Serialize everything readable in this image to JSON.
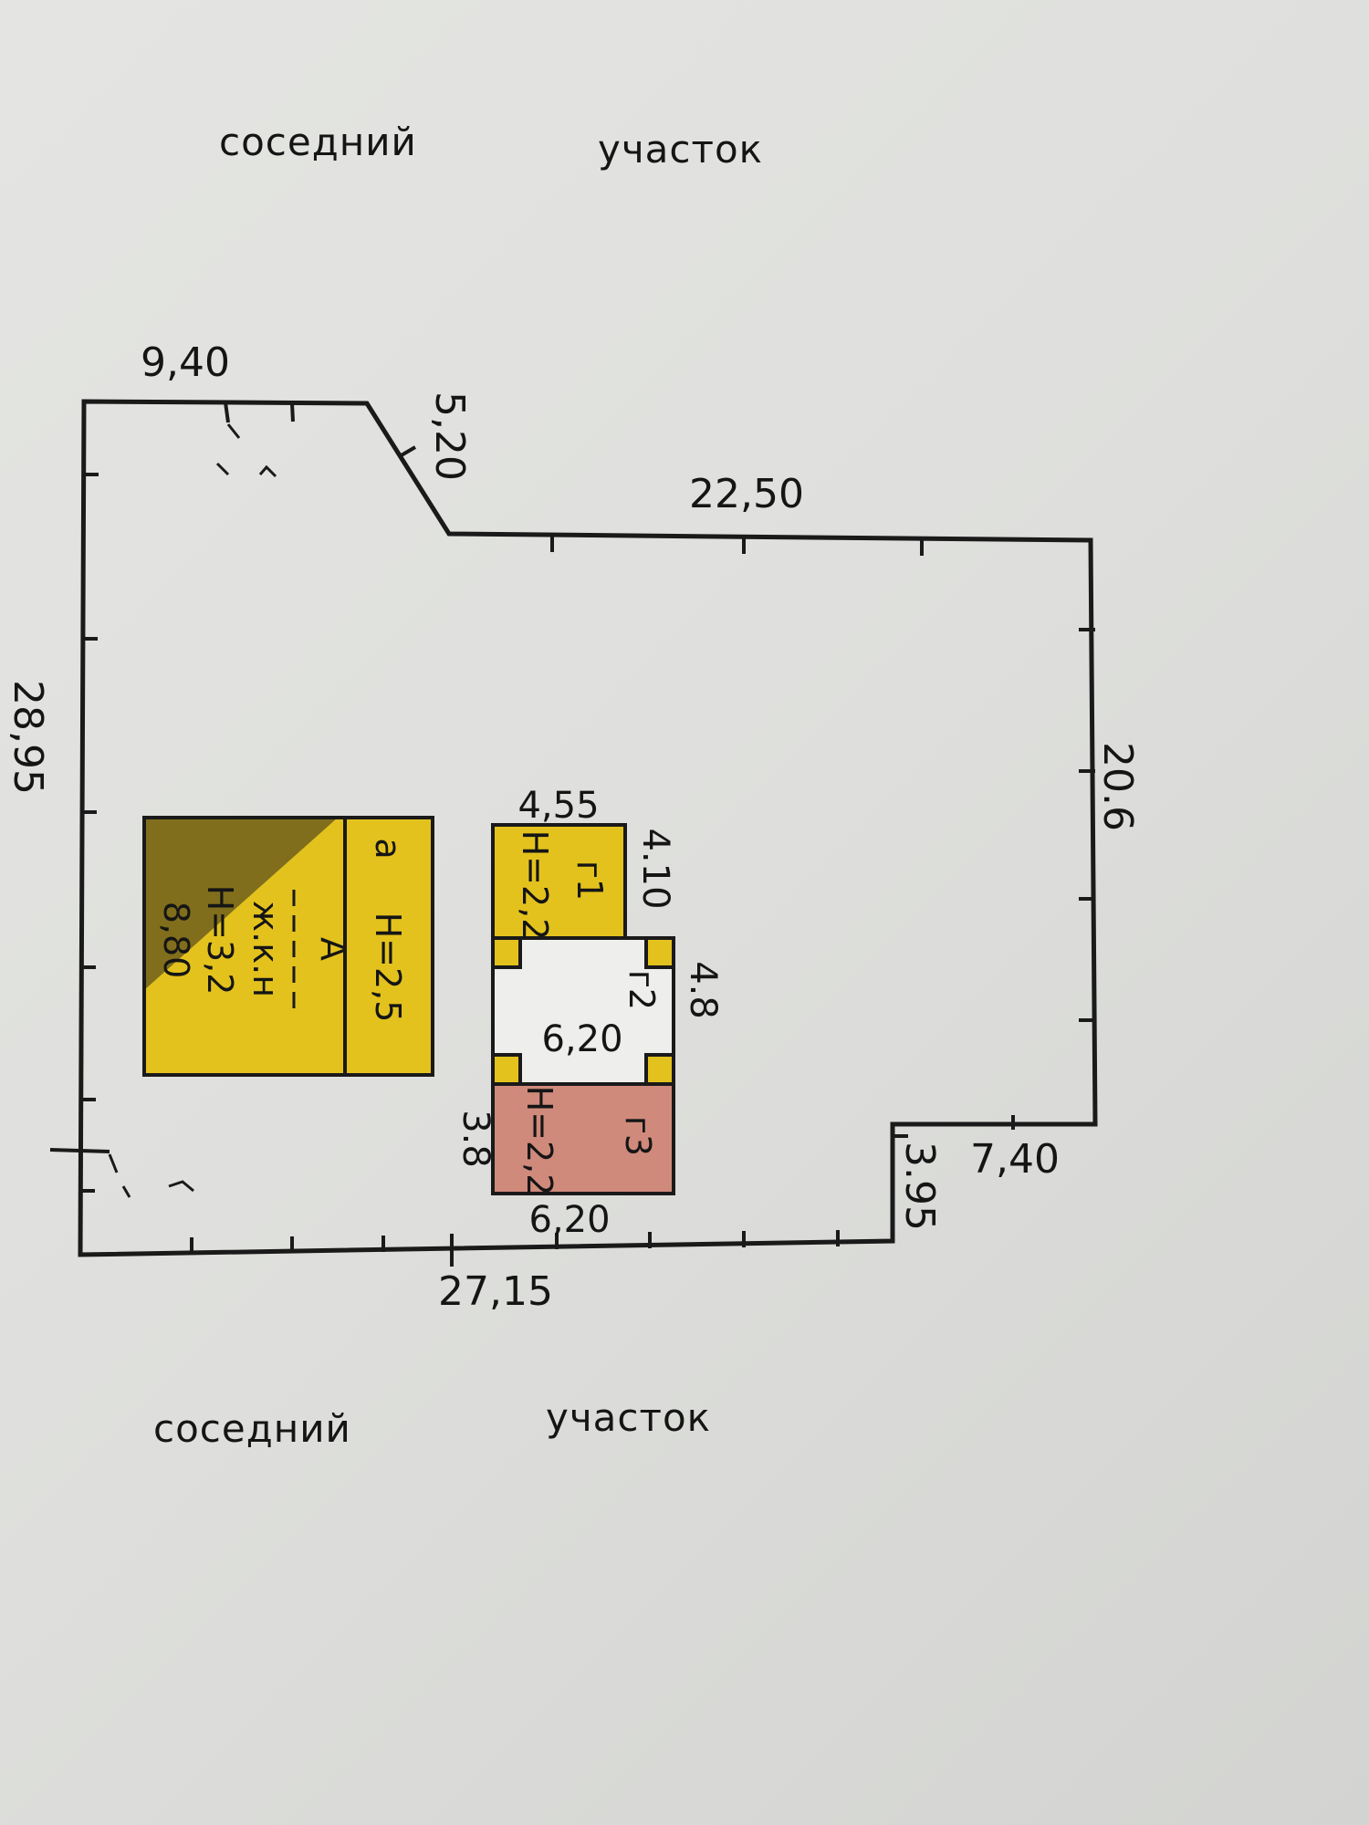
{
  "headings": {
    "top_left": "соседний",
    "top_right": "участок",
    "bottom_left": "соседний",
    "bottom_right": "участок"
  },
  "boundary_dims": {
    "top_left": "9,40",
    "diagonal": "5,20",
    "top_right": "22,50",
    "left": "28,95",
    "right": "20.6",
    "bottom": "27,15",
    "step_vertical": "3.95",
    "step_horizontal": "7,40"
  },
  "house_a": {
    "letter": "А",
    "label": "ж.к.н",
    "height": "Н=3,2",
    "length": "8,80"
  },
  "annex_a": {
    "letter": "а",
    "height": "Н=2,5"
  },
  "g1": {
    "label": "г1",
    "height": "Н=2,2",
    "width": "4,55",
    "depth": "4.10"
  },
  "g2": {
    "label": "г2",
    "width": "6,20",
    "depth": "4.8"
  },
  "g3": {
    "label": "г3",
    "height": "Н=2,2",
    "width": "6,20",
    "depth": "3.8"
  },
  "colors": {
    "paper": "#e1e2df",
    "line": "#1a1a1a",
    "building_yellow": "#e3c21d",
    "building_dark": "#6f5f1c",
    "shed_red": "#cf8a7b"
  }
}
